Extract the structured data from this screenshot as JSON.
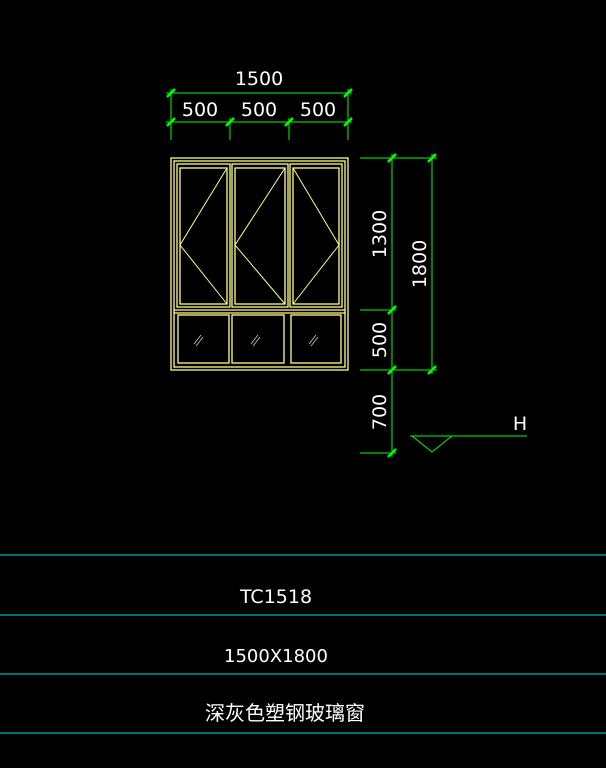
{
  "colors": {
    "background": "#000000",
    "dimension": "#00ff00",
    "frame": "#ffff80",
    "table_line": "#00e5e5",
    "text": "#ffffff"
  },
  "dimensions": {
    "overall_width": "1500",
    "pane_widths": [
      "500",
      "500",
      "500"
    ],
    "upper_height": "1300",
    "lower_height": "500",
    "overall_height": "1800",
    "sill_height": "700"
  },
  "level_marker": "H",
  "title_block": {
    "code": "TC1518",
    "size": "1500X1800",
    "description": "深灰色塑钢玻璃窗"
  }
}
